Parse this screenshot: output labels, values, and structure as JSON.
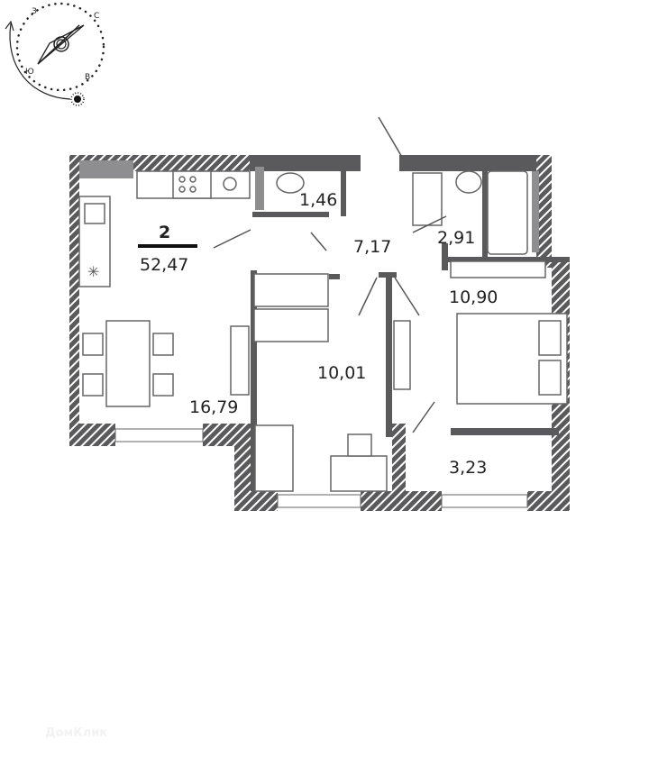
{
  "compass": {
    "west": "З",
    "north": "С",
    "south": "Ю",
    "east": "В",
    "icon": "compass-sun-icon"
  },
  "apartment": {
    "rooms_count": "2",
    "total_area": "52,47"
  },
  "rooms": {
    "toilet": "1,46",
    "hallway": "7,17",
    "bathroom": "2,91",
    "bedroom_large": "10,90",
    "kitchen_living": "16,79",
    "bedroom_small": "10,01",
    "balcony": "3,23"
  },
  "watermark": "ДомКлик",
  "colors": {
    "wall": "#5a5a5c",
    "fixture_gray": "#8e8e90"
  }
}
